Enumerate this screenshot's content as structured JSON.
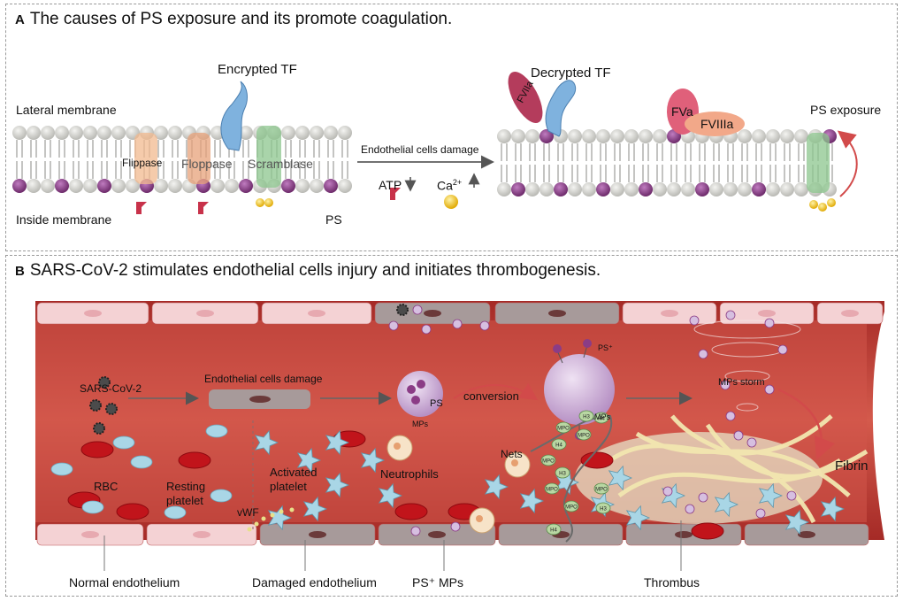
{
  "panel_a": {
    "letter": "A",
    "title": "The causes of PS exposure and its promote coagulation.",
    "labels": {
      "encrypted_tf": "Encrypted TF",
      "decrypted_tf": "Decrypted TF",
      "lateral_membrane": "Lateral membrane",
      "inside_membrane": "Inside membrane",
      "flippase": "Flippase",
      "floppase": "Floppase",
      "scramblase": "Scramblase",
      "ps": "PS",
      "endothelial_damage": "Endothelial cells damage",
      "atp": "ATP",
      "ca": "Ca",
      "ca_sup": "2+",
      "fviia": "FVIIa",
      "fva": "FVa",
      "fviiia": "FVIIIa",
      "ps_exposure": "PS exposure"
    }
  },
  "panel_b": {
    "letter": "B",
    "title": "SARS-CoV-2 stimulates endothelial cells injury and initiates thrombogenesis.",
    "labels": {
      "sars": "SARS-CoV-2",
      "endothelial_damage": "Endothelial cells damage",
      "rbc": "RBC",
      "resting": "Resting",
      "platelet": "platelet",
      "activated": "Activated",
      "activated_platelet": "platelet",
      "vwf": "vWF",
      "neutrophils": "Neutrophils",
      "ps": "PS",
      "mps": "MPs",
      "conversion": "conversion",
      "ps_plus": "PS⁺",
      "mps2": "MPs",
      "mps_storm": "MPs storm",
      "nets": "Nets",
      "fibrin": "Fibrin",
      "h3": "H3",
      "h4": "H4",
      "mpo": "MPO",
      "normal_endothelium": "Normal endothelium",
      "damaged_endothelium": "Damaged endothelium",
      "ps_mps": "PS⁺ MPs",
      "thrombus": "Thrombus"
    }
  },
  "colors": {
    "membrane_head": "#d9d9d4",
    "ps_head": "#8b3c86",
    "tf": "#7fb2de",
    "fviia": "#b43c5c",
    "fva": "#e0607a",
    "fviiia": "#f2a889",
    "vessel": "#c2423a",
    "rbc": "#c1141b",
    "platelet": "#a9d6e6",
    "mp": "#c9a8d4"
  }
}
